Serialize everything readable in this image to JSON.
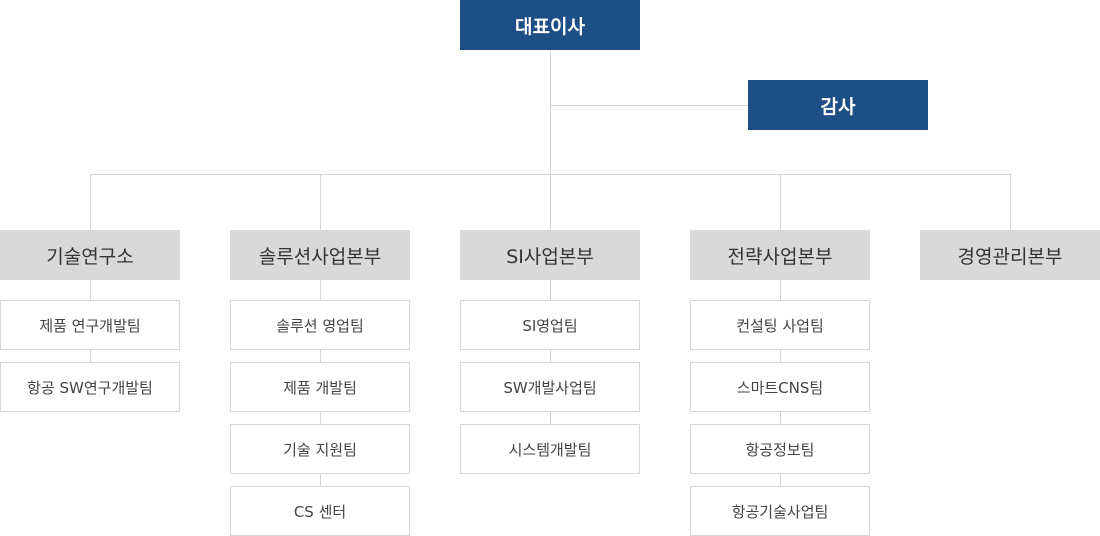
{
  "colors": {
    "executive_fill": "#1d4f86",
    "division_fill": "#d9d9d9",
    "team_border": "#d7d7d7",
    "connector": "#d4d4d4"
  },
  "ceo": {
    "label": "대표이사"
  },
  "auditor": {
    "label": "감사"
  },
  "divisions": [
    {
      "label": "기술연구소",
      "teams": [
        "제품 연구개발팀",
        "항공 SW연구개발팀"
      ]
    },
    {
      "label": "솔루션사업본부",
      "teams": [
        "솔루션 영업팀",
        "제품 개발팀",
        "기술 지원팀",
        "CS 센터"
      ]
    },
    {
      "label": "SI사업본부",
      "teams": [
        "SI영업팀",
        "SW개발사업팀",
        "시스템개발팀"
      ]
    },
    {
      "label": "전략사업본부",
      "teams": [
        "컨설팅 사업팀",
        "스마트CNS팀",
        "항공정보팀",
        "항공기술사업팀"
      ]
    },
    {
      "label": "경영관리본부",
      "teams": []
    }
  ]
}
